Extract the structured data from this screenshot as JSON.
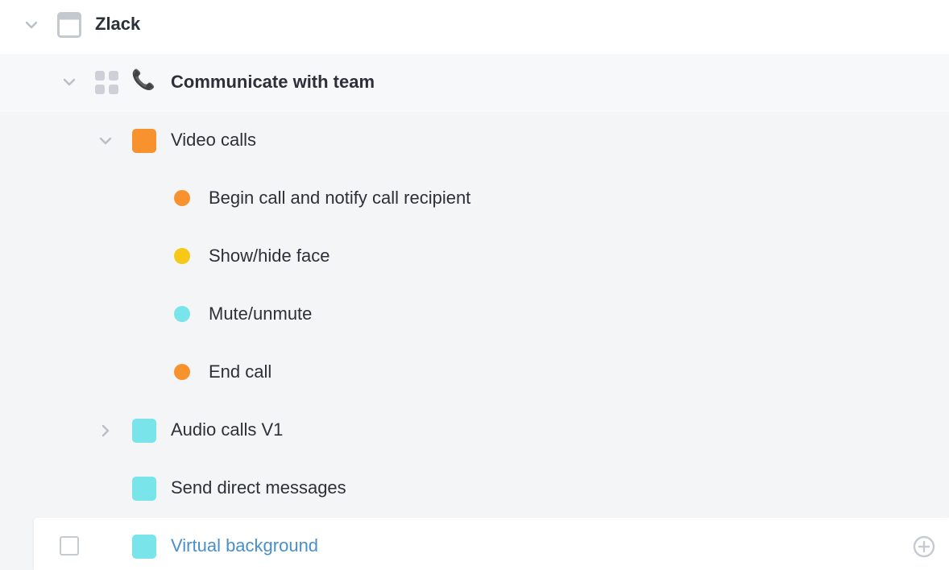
{
  "project": {
    "title": "Zlack",
    "icon": "window-icon"
  },
  "feature": {
    "title": "Communicate with team",
    "icon": "telephone-icon",
    "emoji": "📞"
  },
  "subfeatures": [
    {
      "label": "Video calls",
      "color": "#f7922f",
      "expanded": true,
      "tasks": [
        {
          "label": "Begin call and notify call recipient",
          "color": "#f7922f"
        },
        {
          "label": "Show/hide face",
          "color": "#f7c817"
        },
        {
          "label": "Mute/unmute",
          "color": "#79e5ea"
        },
        {
          "label": "End call",
          "color": "#f7922f"
        }
      ]
    },
    {
      "label": "Audio calls V1",
      "color": "#79e5ea",
      "expanded": false
    },
    {
      "label": "Send direct messages",
      "color": "#79e5ea"
    },
    {
      "label": "Virtual background",
      "color": "#79e5ea",
      "hovered": true
    }
  ],
  "colors": {
    "link": "#4a90c8",
    "chevron": "#b9bec7",
    "grid_icon": "#cdd0d6"
  }
}
